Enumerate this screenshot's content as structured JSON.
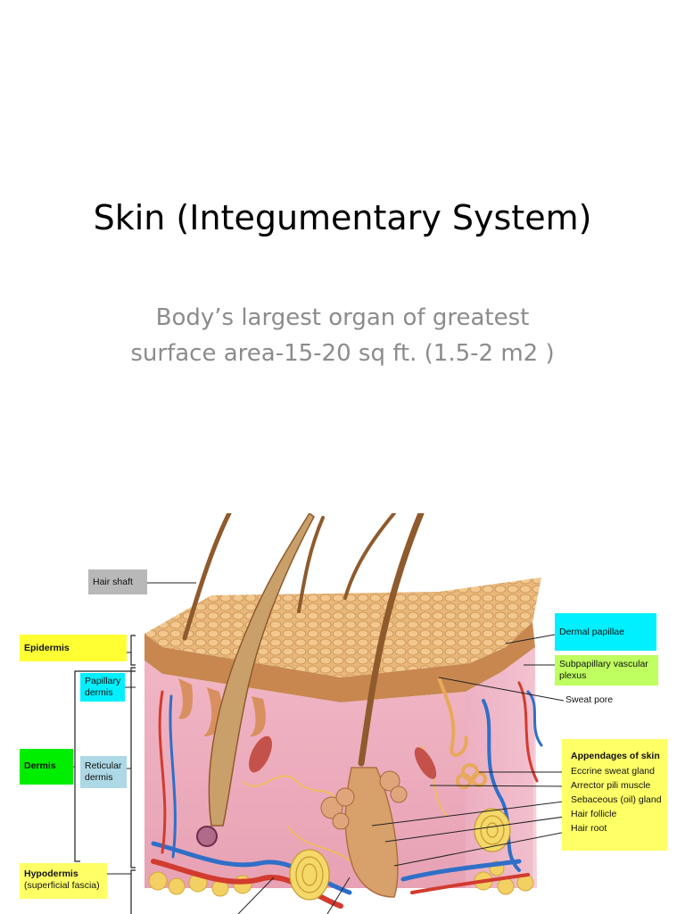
{
  "slide": {
    "title": "Skin (Integumentary System)",
    "subtitle_line1": "Body’s largest organ of greatest",
    "subtitle_line2": "surface area-15-20 sq ft. (1.5-2 m2 )"
  },
  "figure": {
    "labels": {
      "hair_shaft": "Hair shaft",
      "epidermis": "Epidermis",
      "papillary_dermis_1": "Papillary",
      "papillary_dermis_2": "dermis",
      "dermis": "Dermis",
      "reticular_dermis_1": "Reticular",
      "reticular_dermis_2": "dermis",
      "hypodermis": "Hypodermis",
      "superficial_fascia": "(superficial fascia)",
      "dermal_papillae": "Dermal papillae",
      "subpapillary_1": "Subpapillary vascular",
      "subpapillary_2": "plexus",
      "sweat_pore": "Sweat pore",
      "appendages": "Appendages of skin",
      "eccrine": "Eccrine sweat gland",
      "arrector": "Arrector pili muscle",
      "sebaceous": "Sebaceous (oil) gland",
      "hair_follicle": "Hair follicle",
      "hair_root": "Hair root"
    },
    "colors": {
      "yellow_box": "#ffff33",
      "cyan_box": "#00f0ff",
      "green_box": "#00ee00",
      "light_blue_box": "#add8e6",
      "grey_box": "#b8b8b8",
      "pale_yellow_box": "#ffff66"
    }
  }
}
